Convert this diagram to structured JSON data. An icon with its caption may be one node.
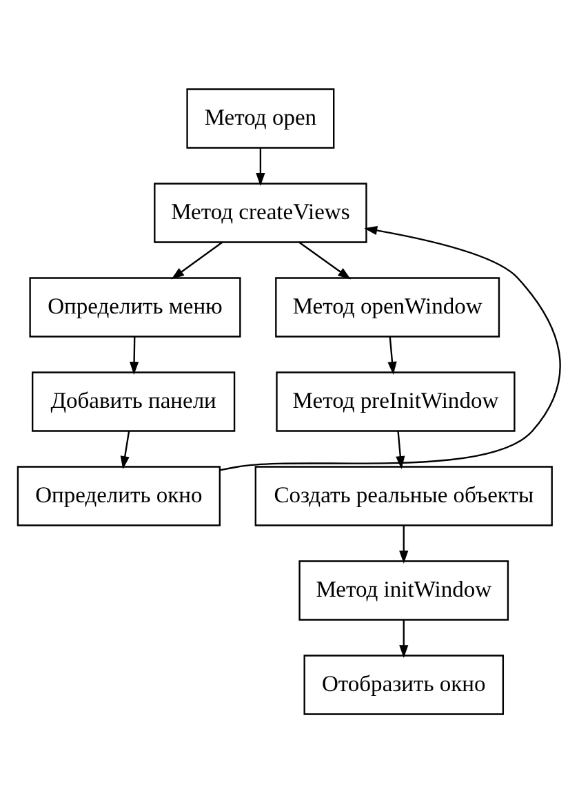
{
  "diagram": {
    "nodes": [
      {
        "text": [
          "Метод open"
        ]
      },
      {
        "text": [
          "Метод createViews"
        ]
      },
      {
        "text": [
          "Определить меню"
        ]
      },
      {
        "text": [
          "Добавить панели"
        ]
      },
      {
        "text": [
          "Определить окно"
        ]
      },
      {
        "text": [
          "Метод openWindow"
        ]
      },
      {
        "text": [
          "Метод preInitWindow"
        ]
      },
      {
        "text": [
          "Создать реальные объекты"
        ]
      },
      {
        "text": [
          "Метод initWindow"
        ]
      },
      {
        "text": [
          "Отобразить окно"
        ]
      }
    ],
    "edges": [
      {
        "from": 0,
        "to": 1,
        "arrow": "to"
      },
      {
        "from": 1,
        "to": 2,
        "arrow": "to"
      },
      {
        "from": 2,
        "to": 3,
        "arrow": "to"
      },
      {
        "from": 3,
        "to": 4,
        "arrow": "to"
      },
      {
        "from": 4,
        "to": 1,
        "arrow": "to"
      },
      {
        "from": 1,
        "to": 5,
        "arrow": "to"
      },
      {
        "from": 5,
        "to": 6,
        "arrow": "to"
      },
      {
        "from": 6,
        "to": 7,
        "arrow": "to"
      },
      {
        "from": 7,
        "to": 8,
        "arrow": "to"
      },
      {
        "from": 8,
        "to": 9,
        "arrow": "to"
      }
    ]
  }
}
